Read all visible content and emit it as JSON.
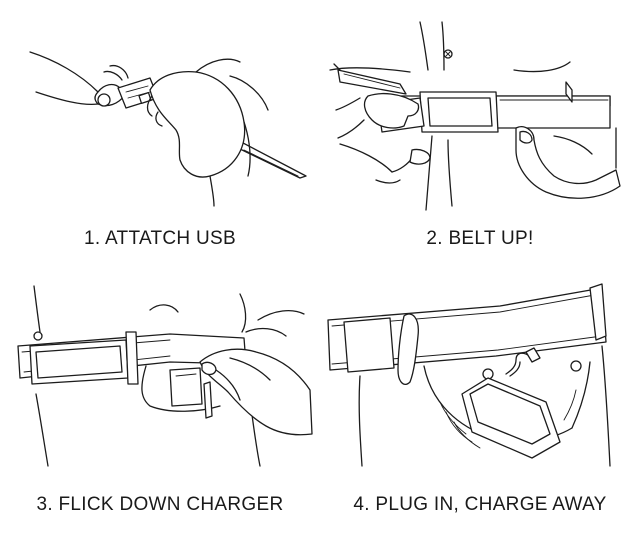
{
  "steps": [
    {
      "label": "1. ATTATCH USB"
    },
    {
      "label": "2. BELT UP!"
    },
    {
      "label": "3. FLICK DOWN CHARGER"
    },
    {
      "label": "4. PLUG IN, CHARGE AWAY"
    }
  ],
  "icons": [
    "hand-attaching-usb-illustration",
    "belt-buckle-illustration",
    "flick-charger-illustration",
    "phone-in-pocket-illustration"
  ]
}
